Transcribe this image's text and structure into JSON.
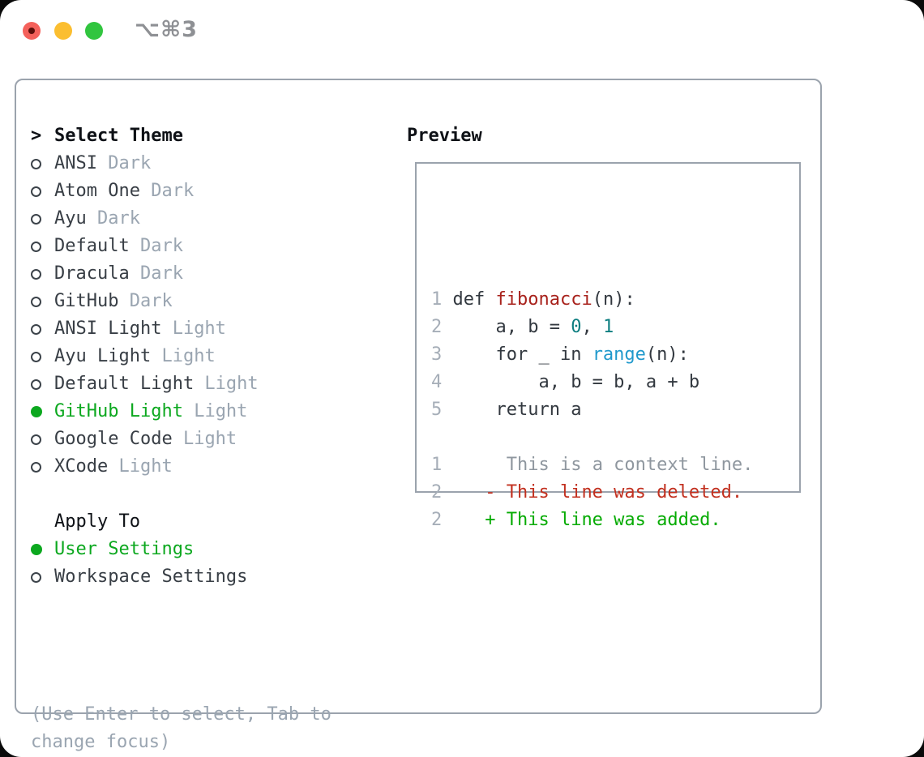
{
  "window": {
    "shortcut": "⌥⌘3",
    "buttons": [
      {
        "name": "close",
        "color": "#f4615b",
        "dot": true
      },
      {
        "name": "minimize",
        "color": "#fbbe30",
        "dot": false
      },
      {
        "name": "zoom",
        "color": "#31c53f",
        "dot": false
      }
    ]
  },
  "theme_panel": {
    "title_prefix": ">",
    "title": "Select Theme",
    "themes": [
      {
        "name": "ANSI",
        "variant": "Dark",
        "selected": false
      },
      {
        "name": "Atom One",
        "variant": "Dark",
        "selected": false
      },
      {
        "name": "Ayu",
        "variant": "Dark",
        "selected": false
      },
      {
        "name": "Default",
        "variant": "Dark",
        "selected": false
      },
      {
        "name": "Dracula",
        "variant": "Dark",
        "selected": false
      },
      {
        "name": "GitHub",
        "variant": "Dark",
        "selected": false
      },
      {
        "name": "ANSI Light",
        "variant": "Light",
        "selected": false
      },
      {
        "name": "Ayu Light",
        "variant": "Light",
        "selected": false
      },
      {
        "name": "Default Light",
        "variant": "Light",
        "selected": false
      },
      {
        "name": "GitHub Light",
        "variant": "Light",
        "selected": true
      },
      {
        "name": "Google Code",
        "variant": "Light",
        "selected": false
      },
      {
        "name": "XCode",
        "variant": "Light",
        "selected": false
      }
    ],
    "apply_to": {
      "title": "Apply To",
      "options": [
        {
          "name": "User Settings",
          "selected": true
        },
        {
          "name": "Workspace Settings",
          "selected": false
        }
      ]
    },
    "hint_lines": [
      "(Use Enter to select, Tab to",
      "change focus)"
    ]
  },
  "preview": {
    "title": "Preview",
    "lines": [
      {
        "segments": [
          {
            "t": "1",
            "s": "ln"
          },
          {
            "t": " def ",
            "s": "code"
          },
          {
            "t": "fibonacci",
            "s": "fn"
          },
          {
            "t": "(n):",
            "s": "code"
          }
        ]
      },
      {
        "segments": [
          {
            "t": "2",
            "s": "ln"
          },
          {
            "t": "     a, b = ",
            "s": "code"
          },
          {
            "t": "0",
            "s": "num"
          },
          {
            "t": ", ",
            "s": "code"
          },
          {
            "t": "1",
            "s": "num"
          }
        ]
      },
      {
        "segments": [
          {
            "t": "3",
            "s": "ln"
          },
          {
            "t": "     for _ in ",
            "s": "code"
          },
          {
            "t": "range",
            "s": "builtin"
          },
          {
            "t": "(n):",
            "s": "code"
          }
        ]
      },
      {
        "segments": [
          {
            "t": "4",
            "s": "ln"
          },
          {
            "t": "         a, b = b, a + b",
            "s": "code"
          }
        ]
      },
      {
        "segments": [
          {
            "t": "5",
            "s": "ln"
          },
          {
            "t": "     return a",
            "s": "code"
          }
        ]
      },
      {
        "segments": []
      },
      {
        "segments": [
          {
            "t": "1",
            "s": "ln"
          },
          {
            "t": "      ",
            "s": "code"
          },
          {
            "t": "This is a context line.",
            "s": "ctx"
          }
        ]
      },
      {
        "segments": [
          {
            "t": "2",
            "s": "ln"
          },
          {
            "t": "    ",
            "s": "code"
          },
          {
            "t": "- This line was deleted.",
            "s": "del"
          }
        ]
      },
      {
        "segments": [
          {
            "t": "2",
            "s": "ln"
          },
          {
            "t": "    ",
            "s": "code"
          },
          {
            "t": "+ This line was added.",
            "s": "add"
          }
        ]
      }
    ]
  },
  "colors": {
    "accent_green": "#0ca81f",
    "added_green": "#06ab03",
    "deleted_red": "#c2301f",
    "function_red": "#a8221c",
    "number_teal": "#0d7e80",
    "builtin_blue": "#2099cc",
    "muted_gray": "#9aa5b1",
    "text_dark": "#383e45",
    "panel_border": "#9ba3ad"
  }
}
